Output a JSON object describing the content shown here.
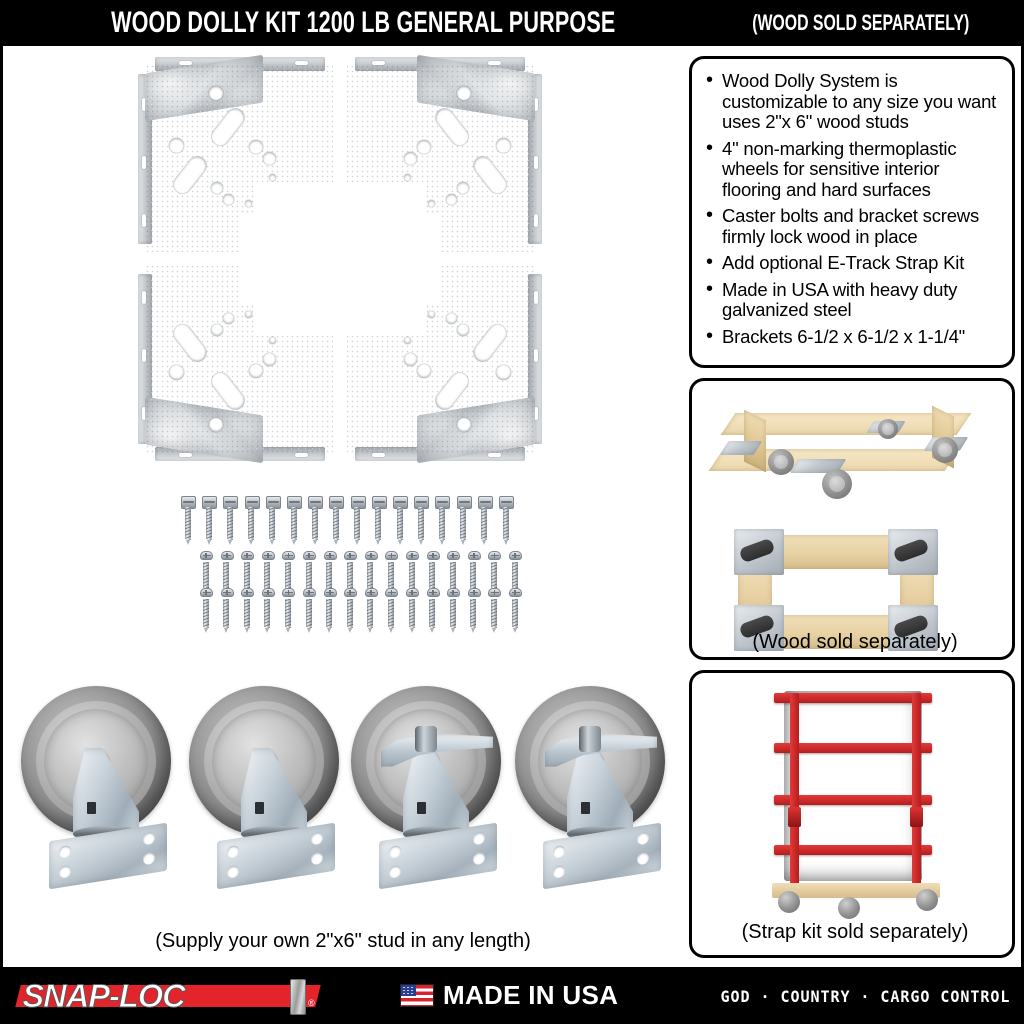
{
  "header": {
    "title_main": "WOOD DOLLY KIT 1200 LB GENERAL PURPOSE",
    "title_sub": "(WOOD SOLD SEPARATELY)"
  },
  "features": {
    "bullets": [
      "Wood Dolly System is customizable to any size you want uses 2\"x 6\" wood studs",
      "4\" non-marking thermoplastic wheels for sensitive interior flooring and hard surfaces",
      "Caster bolts and bracket screws firmly lock wood in place",
      "Add optional E-Track Strap Kit",
      "Made in USA with heavy duty galvanized steel",
      "Brackets 6-1/2 x 6-1/2 x 1-1/4\""
    ]
  },
  "panels": {
    "dolly_caption": "(Wood sold separately)",
    "strap_caption": "(Strap kit sold separately)"
  },
  "main": {
    "stud_caption": "(Supply your own 2\"x6\" stud in any length)",
    "bracket_count": 4,
    "screw_rows": [
      {
        "type": "hex-head-lag-screw",
        "count": 16
      },
      {
        "type": "pan-head-phillips-screw",
        "count": 16
      },
      {
        "type": "pan-head-phillips-screw",
        "count": 16
      }
    ],
    "casters": [
      {
        "type": "swivel-caster",
        "brake": false
      },
      {
        "type": "swivel-caster",
        "brake": false
      },
      {
        "type": "swivel-caster-with-brake",
        "brake": true
      },
      {
        "type": "swivel-caster-with-brake",
        "brake": true
      }
    ]
  },
  "footer": {
    "brand": "SNAP-LOC",
    "registered_mark": "®",
    "made_in_usa": "MADE IN USA",
    "tagline": "GOD · COUNTRY · CARGO CONTROL"
  },
  "colors": {
    "brand_red": "#e3242b",
    "flag_red": "#d8232f",
    "flag_blue": "#2a3f8f",
    "background": "#000000",
    "canvas": "#ffffff",
    "steel": "#c3c7cb",
    "wheel_gray": "#8e8e8e",
    "wood": "#e6d0a2"
  }
}
